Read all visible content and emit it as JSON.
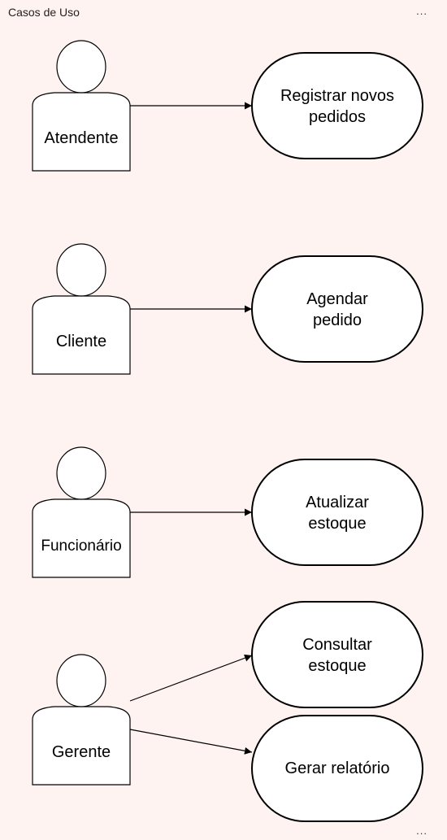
{
  "panel": {
    "title": "Casos de Uso",
    "more_top": "...",
    "more_bottom": "..."
  },
  "actors": [
    {
      "id": "atendente",
      "label": "Atendente"
    },
    {
      "id": "cliente",
      "label": "Cliente"
    },
    {
      "id": "funcionario",
      "label": "Funcionário"
    },
    {
      "id": "gerente",
      "label": "Gerente"
    }
  ],
  "use_cases": [
    {
      "id": "registrar",
      "lines": [
        "Registrar novos",
        "pedidos"
      ]
    },
    {
      "id": "agendar",
      "lines": [
        "Agendar",
        "pedido"
      ]
    },
    {
      "id": "atualizar",
      "lines": [
        "Atualizar",
        "estoque"
      ]
    },
    {
      "id": "consultar",
      "lines": [
        "Consultar",
        "estoque"
      ]
    },
    {
      "id": "relatorio",
      "lines": [
        "Gerar relatório"
      ]
    }
  ],
  "edges": [
    {
      "from": "atendente",
      "to": "registrar"
    },
    {
      "from": "cliente",
      "to": "agendar"
    },
    {
      "from": "funcionario",
      "to": "atualizar"
    },
    {
      "from": "gerente",
      "to": "consultar"
    },
    {
      "from": "gerente",
      "to": "relatorio"
    }
  ]
}
